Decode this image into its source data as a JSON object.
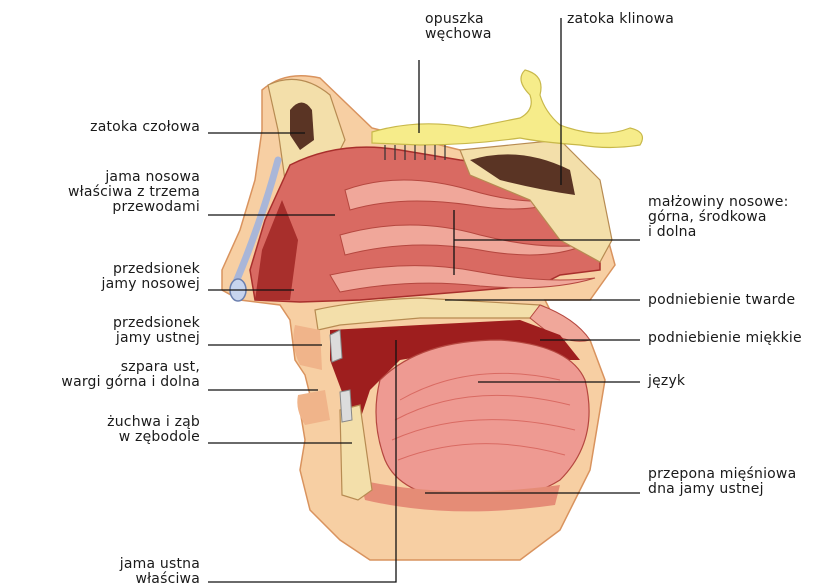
{
  "labels": {
    "opuszka": "opuszka\nwęchowa",
    "zatoka_klinowa": "zatoka klinowa",
    "zatoka_czolowa": "zatoka czołowa",
    "jama_nosowa": "jama nosowa\nwłaściwa z trzema\nprzewodami",
    "malzowiny": "małżowiny nosowe:\ngórna, środkowa\ni dolna",
    "przedsionek_nosowej": "przedsionek\njamy nosowej",
    "podniebienie_twarde": "podniebienie twarde",
    "przedsionek_ustnej": "przedsionek\njamy ustnej",
    "podniebienie_miekkie": "podniebienie miękkie",
    "szpara_ust": "szpara ust,\nwargi górna i dolna",
    "jezyk": "język",
    "zuchwa": "żuchwa i ząb\nw zębodole",
    "przepona": "przepona mięśniowa\ndna jamy ustnej",
    "jama_ustna": "jama ustna\nwłaściwa"
  },
  "colors": {
    "skin": "#f7cfa3",
    "skin_dark": "#e9a876",
    "bone": "#f3dfaa",
    "bone_spots": "#8a6a3a",
    "nerve": "#f6ec8a",
    "nasal_cavity": "#d96a62",
    "nasal_deep": "#a82f2c",
    "conchae": "#f0a79a",
    "sinus": "#5a3424",
    "tongue": "#ee9a92",
    "mouth": "#9e1e1e",
    "lines": "#111111"
  }
}
